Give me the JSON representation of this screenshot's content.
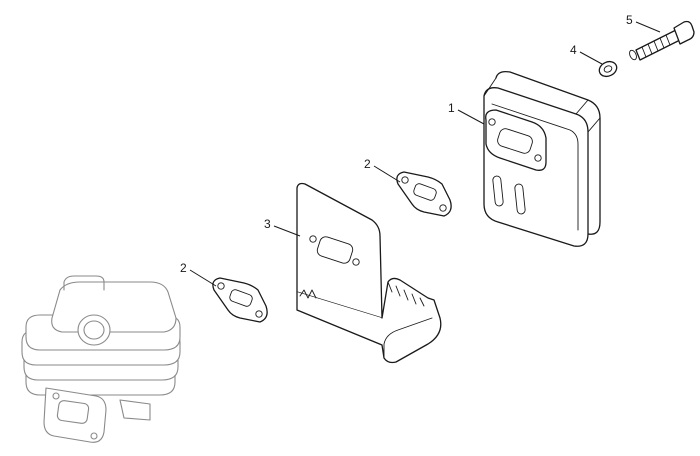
{
  "callouts": {
    "muffler": "1",
    "gasket_upper": "2",
    "gasket_lower": "2",
    "heat_shield": "3",
    "washer": "4",
    "bolt": "5"
  }
}
